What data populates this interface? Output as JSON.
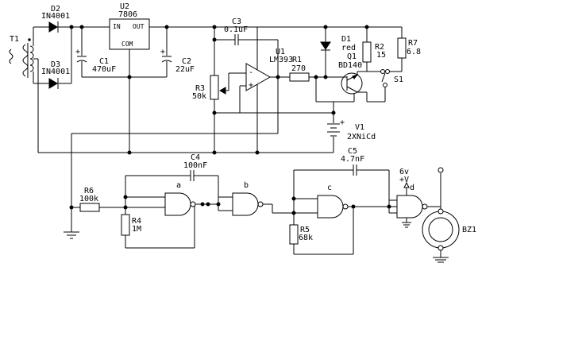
{
  "labels": {
    "t1": "T1",
    "d2": "D2",
    "d2_part": "IN4001",
    "d3": "D3",
    "d3_part": "IN4001",
    "u2": "U2",
    "u2_part": "7806",
    "u2_in": "IN",
    "u2_out": "OUT",
    "u2_com": "COM",
    "c1": "C1",
    "c1_val": "470uF",
    "c2": "C2",
    "c2_val": "22uF",
    "c3": "C3",
    "c3_val": "0.1uF",
    "u1": "U1",
    "u1_part": "LM393",
    "r1": "R1",
    "r1_val": "270",
    "r3": "R3",
    "r3_val": "50k",
    "d1": "D1",
    "d1_val": "red",
    "q1": "Q1",
    "q1_part": "BD140",
    "r2": "R2",
    "r2_val": "15",
    "r7": "R7",
    "r7_val": "6.8",
    "s1": "S1",
    "v1": "V1",
    "v1_val": "2XNiCd",
    "c4": "C4",
    "c4_val": "100nF",
    "c5": "C5",
    "c5_val": "4.7nF",
    "r6": "R6",
    "r6_val": "100k",
    "r4": "R4",
    "r4_val": "1M",
    "r5": "R5",
    "r5_val": "68k",
    "gate_a": "a",
    "gate_b": "b",
    "gate_c": "c",
    "gate_d": "d",
    "supply_label": "6v",
    "supply_plus": "+V",
    "bz1": "BZ1",
    "plus": "+",
    "minus": "-"
  }
}
